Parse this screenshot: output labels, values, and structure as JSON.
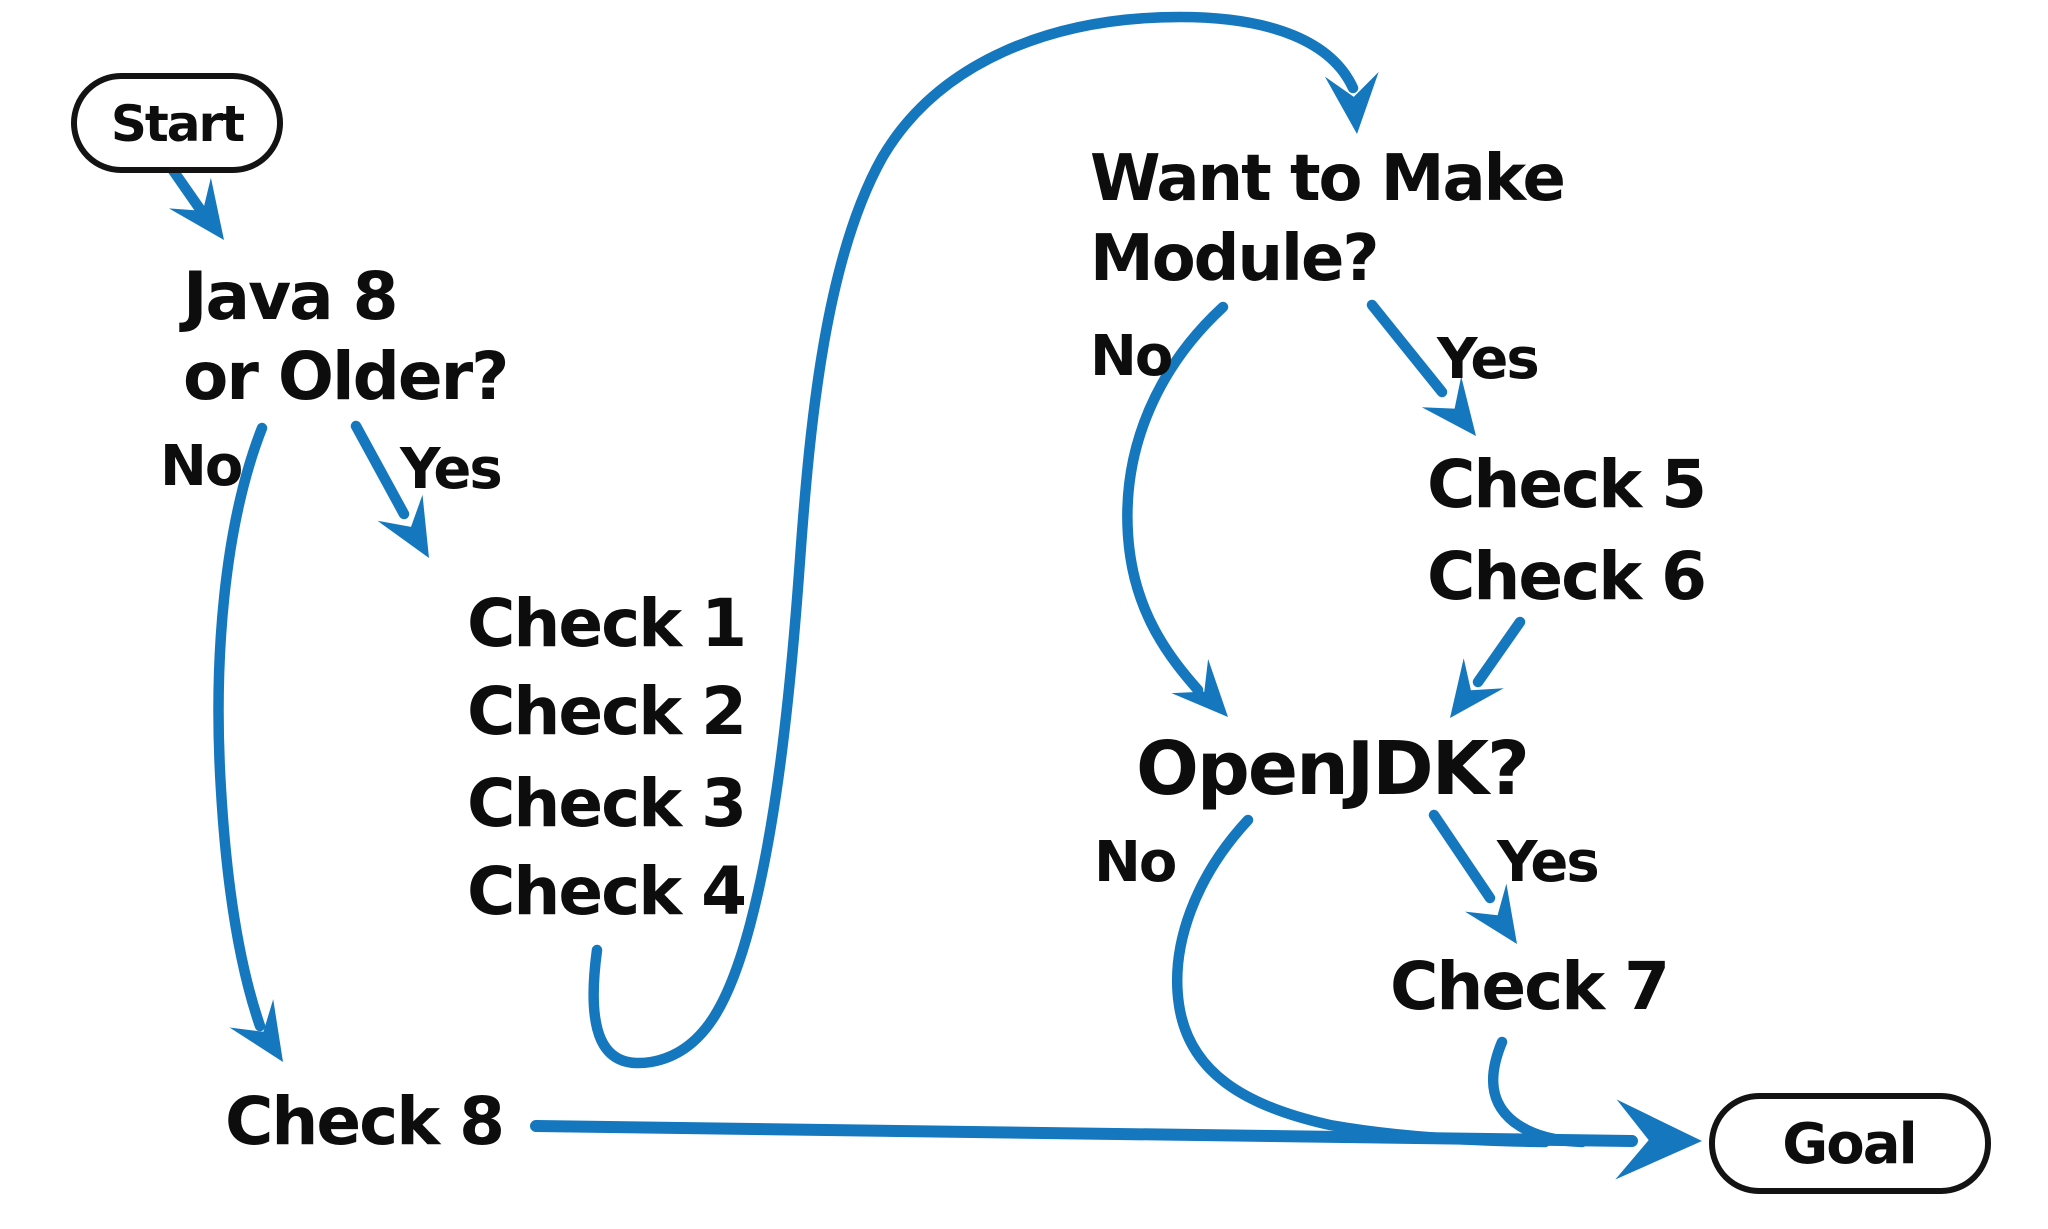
{
  "diagram": {
    "terminals": {
      "start": "Start",
      "goal": "Goal"
    },
    "nodes": {
      "java8_question": {
        "line1": "Java 8",
        "line2": "or Older?"
      },
      "check_group_a": [
        "Check 1",
        "Check 2",
        "Check 3",
        "Check 4"
      ],
      "want_module_question": {
        "line1": "Want to Make",
        "line2": "Module?"
      },
      "check_group_b": [
        "Check 5",
        "Check 6"
      ],
      "openjdk_question": "OpenJDK?",
      "check7": "Check 7",
      "check8": "Check 8"
    },
    "edge_labels": {
      "java8_no": "No",
      "java8_yes": "Yes",
      "module_no": "No",
      "module_yes": "Yes",
      "openjdk_no": "No",
      "openjdk_yes": "Yes"
    },
    "colors": {
      "connector_blue": "#1577bd",
      "text_black": "#0d0d0d",
      "terminal_border_black": "#131313",
      "background_white": "#ffffff"
    }
  }
}
